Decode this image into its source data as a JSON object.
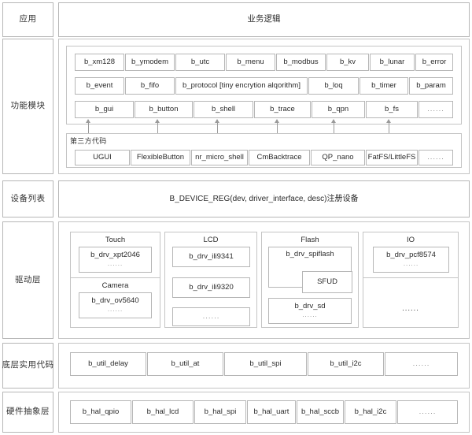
{
  "layers": [
    {
      "label": "应用"
    },
    {
      "label": "功能模块"
    },
    {
      "label": "设备列表"
    },
    {
      "label": "驱动层"
    },
    {
      "label": "底层实用代码"
    },
    {
      "label": "硬件抽象层"
    }
  ],
  "application": {
    "title": "业务逻辑"
  },
  "function_modules": {
    "row1": [
      "b_xm128",
      "b_ymodem",
      "b_utc",
      "b_menu",
      "b_modbus",
      "b_kv",
      "b_lunar",
      "b_error"
    ],
    "row2": [
      "b_event",
      "b_fifo",
      "b_protocol [tiny encrytion alqorithm]",
      "b_loq",
      "b_timer",
      "b_param"
    ],
    "row3": [
      "b_gui",
      "b_button",
      "b_shell",
      "b_trace",
      "b_qpn",
      "b_fs",
      "......"
    ],
    "third_party": {
      "label": "第三方代码",
      "items": [
        "UGUI",
        "FlexibleButton",
        "nr_micro_shell",
        "CmBacktrace",
        "QP_nano",
        "FatFS/LittleFS",
        "......"
      ]
    }
  },
  "device_list": {
    "text": "B_DEVICE_REG(dev, driver_interface, desc)注册设备"
  },
  "driver_layer": {
    "columns": [
      {
        "groups": [
          {
            "title": "Touch",
            "items": [
              {
                "name": "b_drv_xpt2046",
                "sub": "......"
              }
            ]
          },
          {
            "title": "Camera",
            "items": [
              {
                "name": "b_drv_ov5640",
                "sub": "......"
              }
            ]
          }
        ]
      },
      {
        "groups": [
          {
            "title": "LCD",
            "items": [
              {
                "name": "b_drv_ili9341",
                "sub": ""
              },
              {
                "name": "b_drv_ili9320",
                "sub": ""
              },
              {
                "name": "......",
                "sub": ""
              }
            ]
          }
        ]
      },
      {
        "groups": [
          {
            "title": "Flash",
            "items": [
              {
                "name": "b_drv_spiflash",
                "nested": "SFUD"
              },
              {
                "name": "b_drv_sd",
                "sub": "......"
              }
            ]
          }
        ]
      },
      {
        "groups": [
          {
            "title": "IO",
            "items": [
              {
                "name": "b_drv_pcf8574",
                "sub": "......"
              }
            ],
            "spare": "......"
          }
        ]
      }
    ]
  },
  "util_layer": {
    "items": [
      "b_util_delay",
      "b_util_at",
      "b_util_spi",
      "b_util_i2c",
      "......"
    ]
  },
  "hal_layer": {
    "items": [
      "b_hal_qpio",
      "b_hal_lcd",
      "b_hal_spi",
      "b_hal_uart",
      "b_hal_sccb",
      "b_hal_i2c",
      "......"
    ]
  },
  "colors": {
    "border": "#b6b6b6",
    "panel_border": "#c4c4c4",
    "arrow": "#9a9a9a",
    "background": "#ffffff",
    "text": "#2b2b2b"
  }
}
